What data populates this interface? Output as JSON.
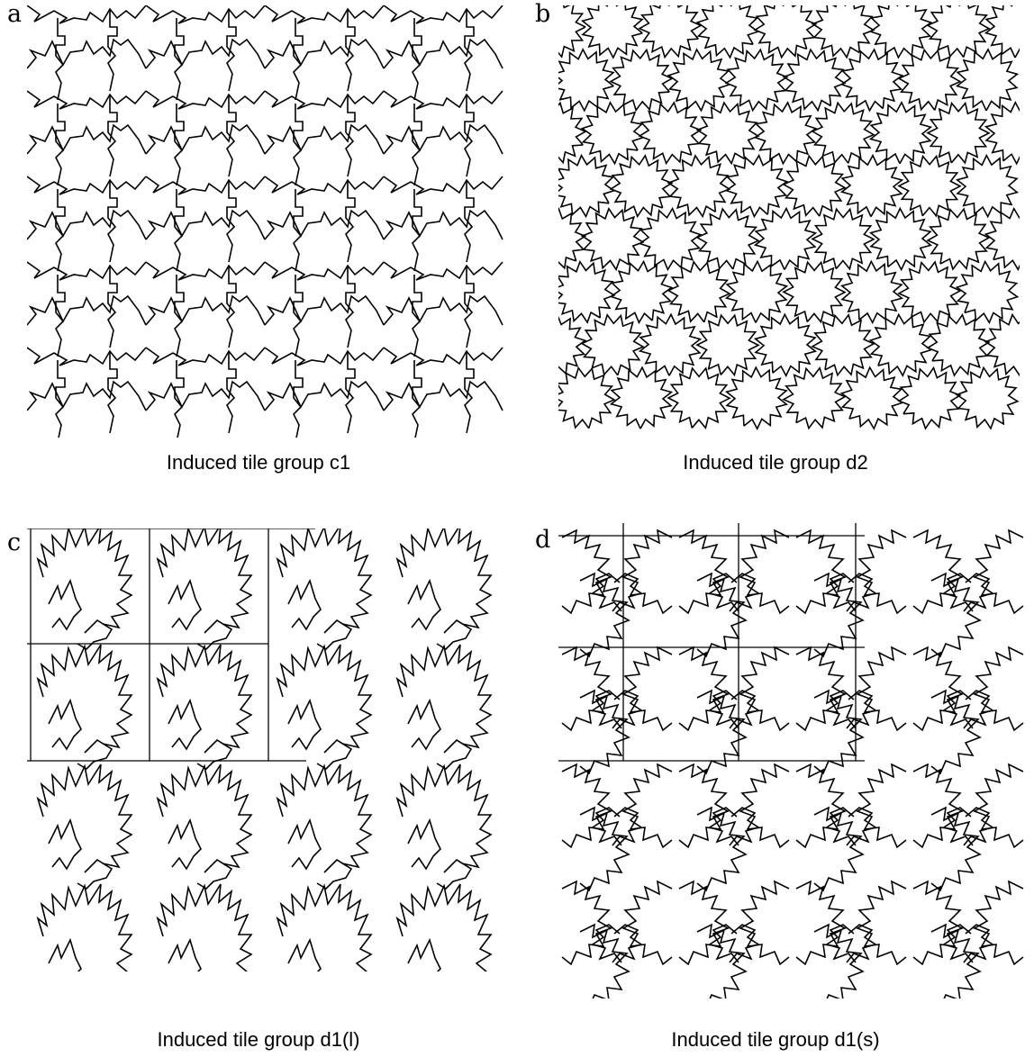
{
  "panels": [
    {
      "letter": "a",
      "caption": "Induced tile group c1"
    },
    {
      "letter": "b",
      "caption": "Induced tile group d2"
    },
    {
      "letter": "c",
      "caption": "Induced tile group d1(l)"
    },
    {
      "letter": "d",
      "caption": "Induced tile group d1(s)"
    }
  ],
  "colors": {
    "line": "#000000",
    "background": "#ffffff"
  }
}
